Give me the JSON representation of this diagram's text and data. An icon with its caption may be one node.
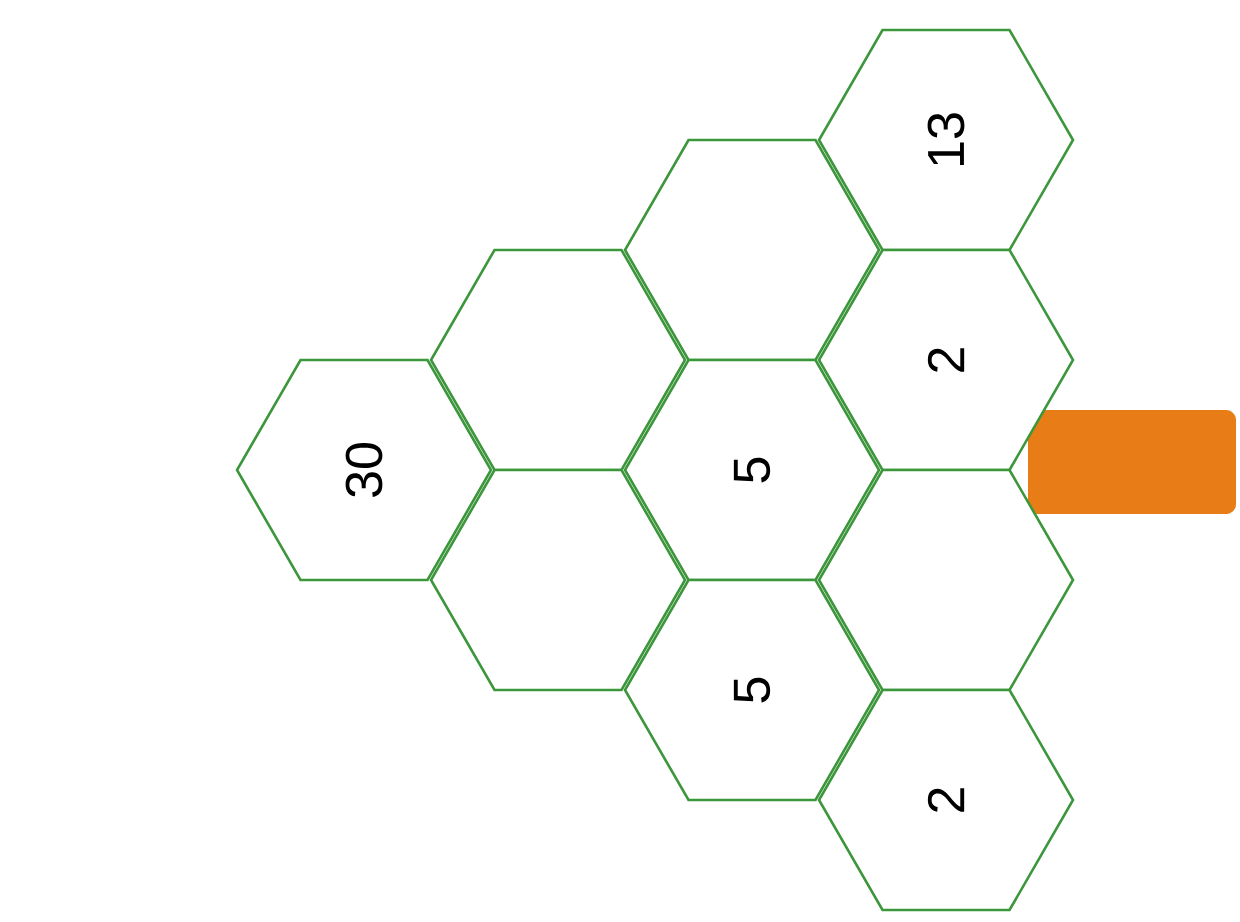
{
  "diagram": {
    "nodes": [
      {
        "text": [
          "30"
        ]
      },
      {
        "text": [],
        "shape": "hexagon"
      },
      {
        "text": [],
        "shape": "hexagon"
      },
      {
        "text": [],
        "shape": "hexagon"
      },
      {
        "text": [
          "5"
        ]
      },
      {
        "text": [
          "5"
        ]
      },
      {
        "text": [
          "13"
        ]
      },
      {
        "text": [
          "2"
        ]
      },
      {
        "text": [],
        "shape": "hexagon"
      },
      {
        "text": [
          "2"
        ]
      },
      {
        "text": [],
        "shape": "box"
      }
    ]
  }
}
